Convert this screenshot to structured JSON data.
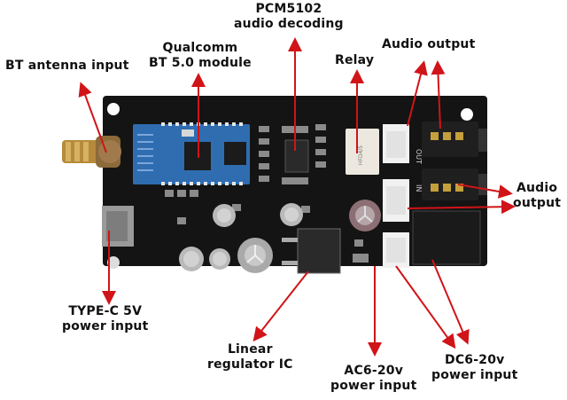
{
  "title": "Bluetooth 5.0 audio receiver board annotated diagram",
  "colors": {
    "arrow": "#d01418",
    "board": "#131313",
    "module": "#2f6db0",
    "text": "#111111"
  },
  "labels": {
    "bt_antenna": "BT antenna input",
    "bt_module": [
      "Qualcomm",
      "BT 5.0 module"
    ],
    "pcm": [
      "PCM5102",
      "audio decoding"
    ],
    "relay": "Relay",
    "audio_output_top": "Audio output",
    "audio_output_right": [
      "Audio",
      "output"
    ],
    "typec": [
      "TYPE-C 5V",
      "power input"
    ],
    "regulator": [
      "Linear",
      "regulator IC"
    ],
    "ac_power": [
      "AC6-20v",
      "power input"
    ],
    "dc_power": [
      "DC6-20v",
      "power input"
    ]
  },
  "silkscreen": {
    "out": "OUT",
    "in": "IN"
  }
}
